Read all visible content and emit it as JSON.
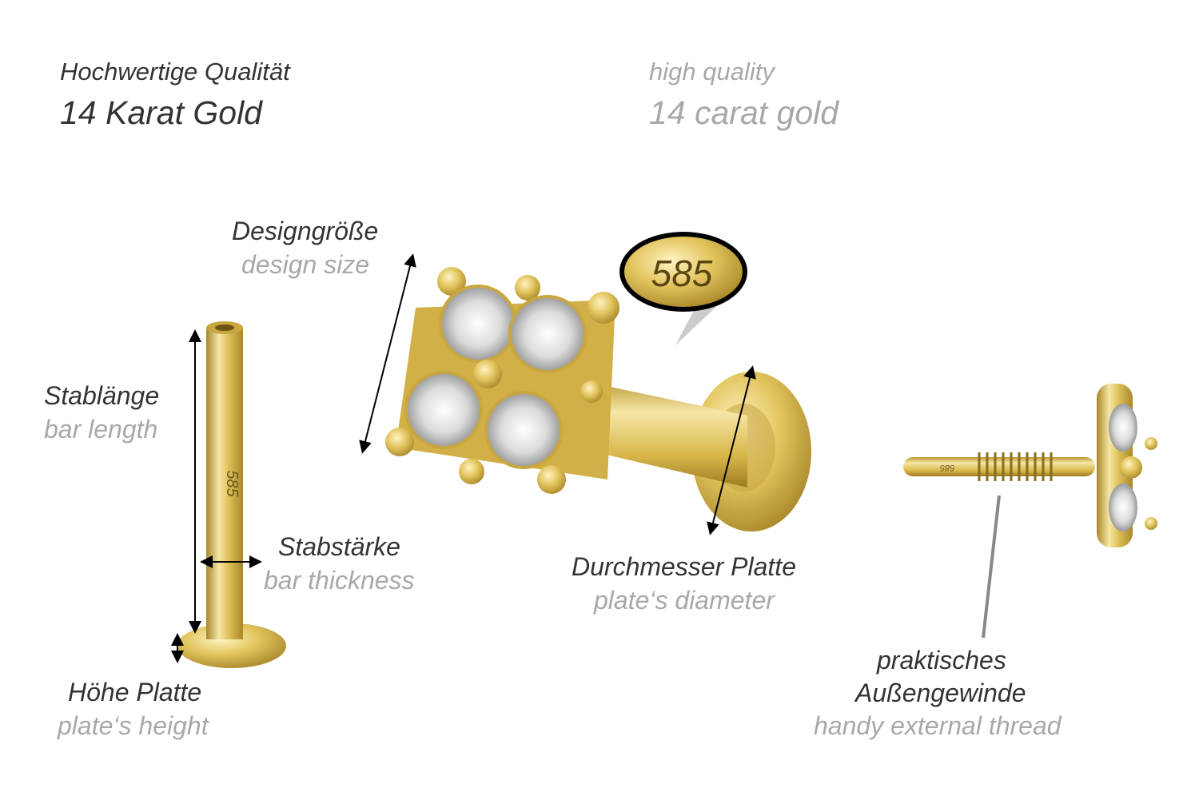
{
  "header": {
    "de_line1": "Hochwertige Qualität",
    "de_line2": "14 Karat Gold",
    "en_line1": "high quality",
    "en_line2": "14 carat gold"
  },
  "labels": {
    "design_size_de": "Designgröße",
    "design_size_en": "design size",
    "bar_length_de": "Stablänge",
    "bar_length_en": "bar length",
    "bar_thickness_de": "Stabstärke",
    "bar_thickness_en": "bar thickness",
    "plate_diameter_de": "Durchmesser Platte",
    "plate_diameter_en": "plate‘s diameter",
    "plate_height_de": "Höhe Platte",
    "plate_height_en": "plate‘s height",
    "thread_de_line1": "praktisches",
    "thread_de_line2": "Außengewinde",
    "thread_en": "handy external thread"
  },
  "hallmark": {
    "badge": "585",
    "bar_engraving": "585",
    "thread_engraving": "585"
  },
  "colors": {
    "gold": "#d9b84a",
    "gold_light": "#f6e7a8",
    "gold_dark": "#a9872a",
    "text_de": "#333333",
    "text_en": "#a8a8a8"
  }
}
